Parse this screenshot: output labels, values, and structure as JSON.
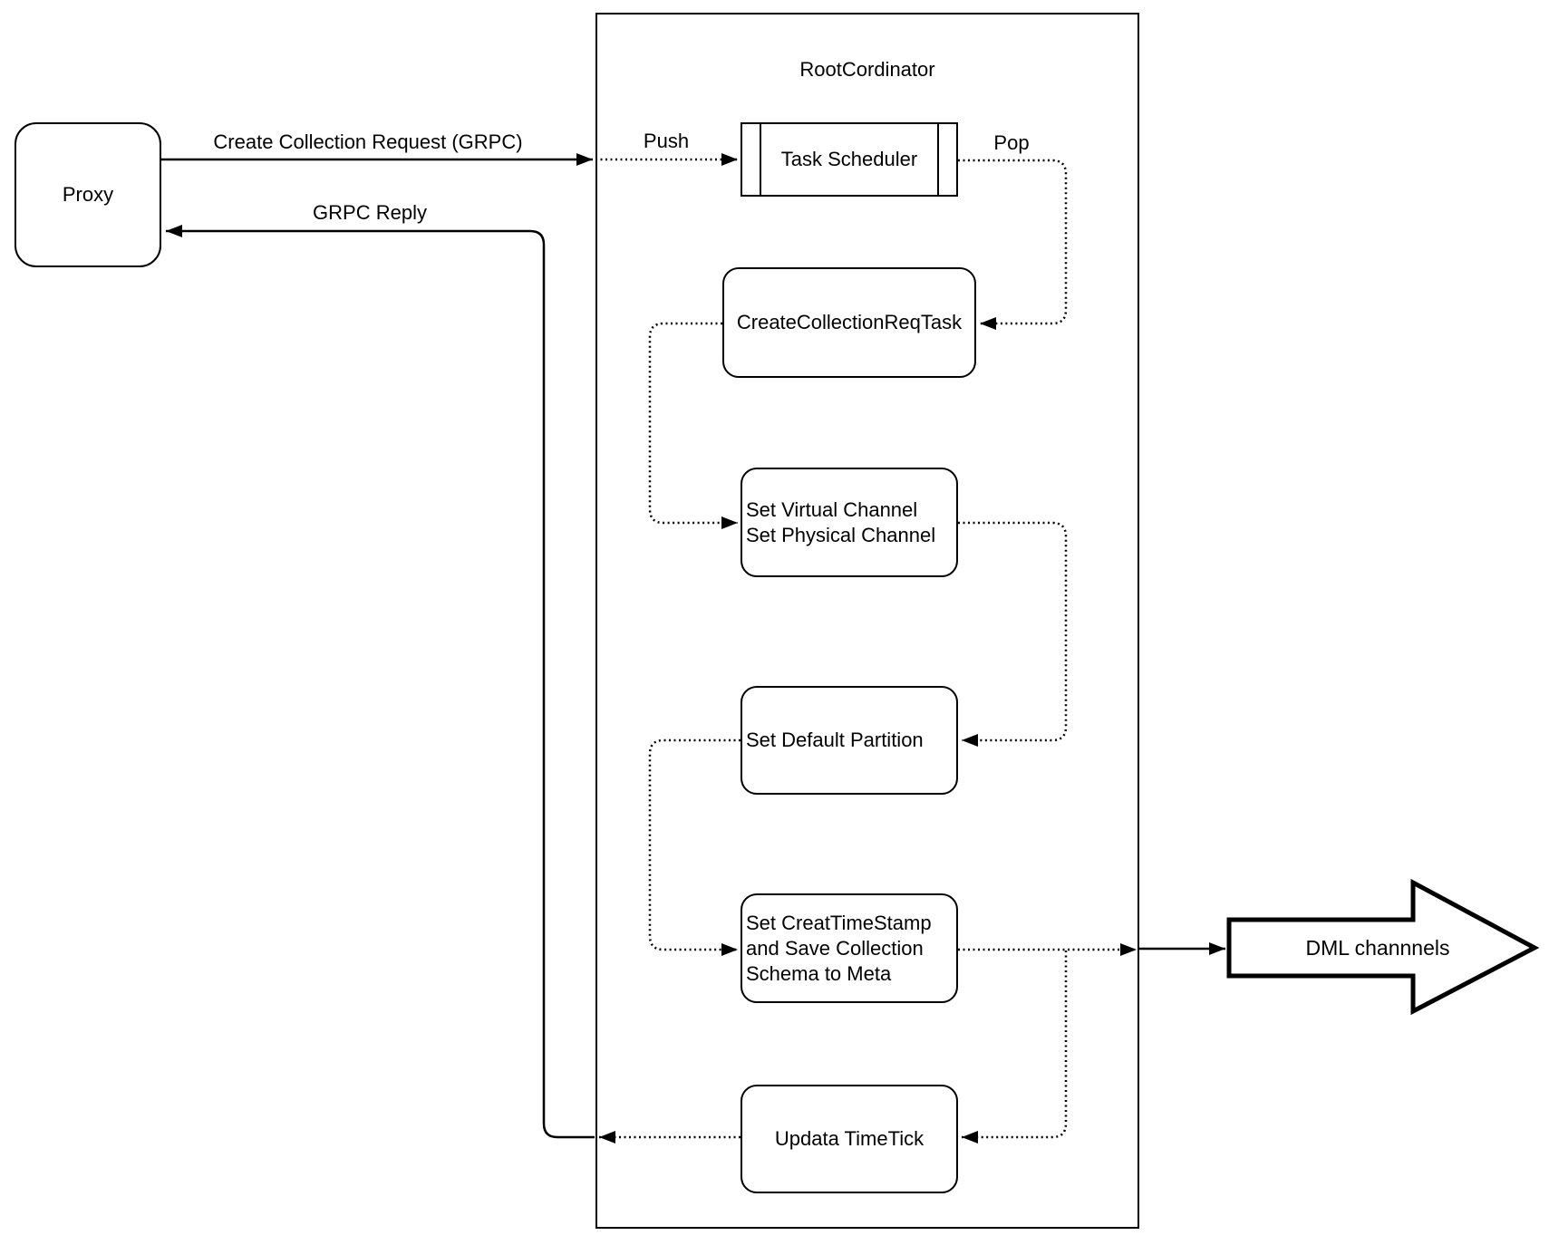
{
  "diagram": {
    "container_title": "RootCordinator",
    "nodes": {
      "proxy": {
        "label": "Proxy"
      },
      "task_scheduler": {
        "label": "Task Scheduler"
      },
      "create_collection_req_task": {
        "label": "CreateCollectionReqTask"
      },
      "set_virtual_channel": {
        "lines": [
          "Set Virtual Channel",
          "Set Physical Channel"
        ]
      },
      "set_default_partition": {
        "label": "Set Default Partition"
      },
      "set_creat_timestamp": {
        "lines": [
          "Set CreatTimeStamp",
          "and Save Collection",
          "Schema to Meta"
        ]
      },
      "updata_timetick": {
        "label": "Updata TimeTick"
      },
      "dml_channels": {
        "label": "DML channnels"
      }
    },
    "edge_labels": {
      "create_collection_request": "Create Collection Request (GRPC)",
      "grpc_reply": "GRPC Reply",
      "push": "Push",
      "pop": "Pop"
    },
    "colors": {
      "stroke": "#000000",
      "background": "#ffffff"
    }
  }
}
